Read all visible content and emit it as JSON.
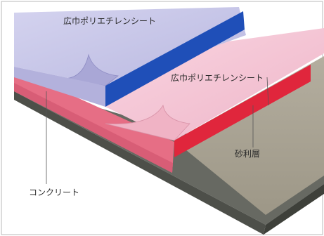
{
  "diagram": {
    "labels": {
      "top_sheet": "広巾ポリエチレンシート",
      "middle_sheet": "広巾ポリエチレンシート",
      "gravel_layer": "砂利層",
      "concrete": "コンクリート"
    },
    "colors": {
      "top_sheet_face": "#c7c6e8",
      "top_sheet_edge": "#1f4fb8",
      "middle_sheet_face": "#f4c2d2",
      "middle_sheet_edge": "#e0263c",
      "concrete_face": "#e86f86",
      "gravel_face": "#aba596",
      "base_slab": "#5d5f59",
      "frame": "#b9b9b9"
    }
  }
}
